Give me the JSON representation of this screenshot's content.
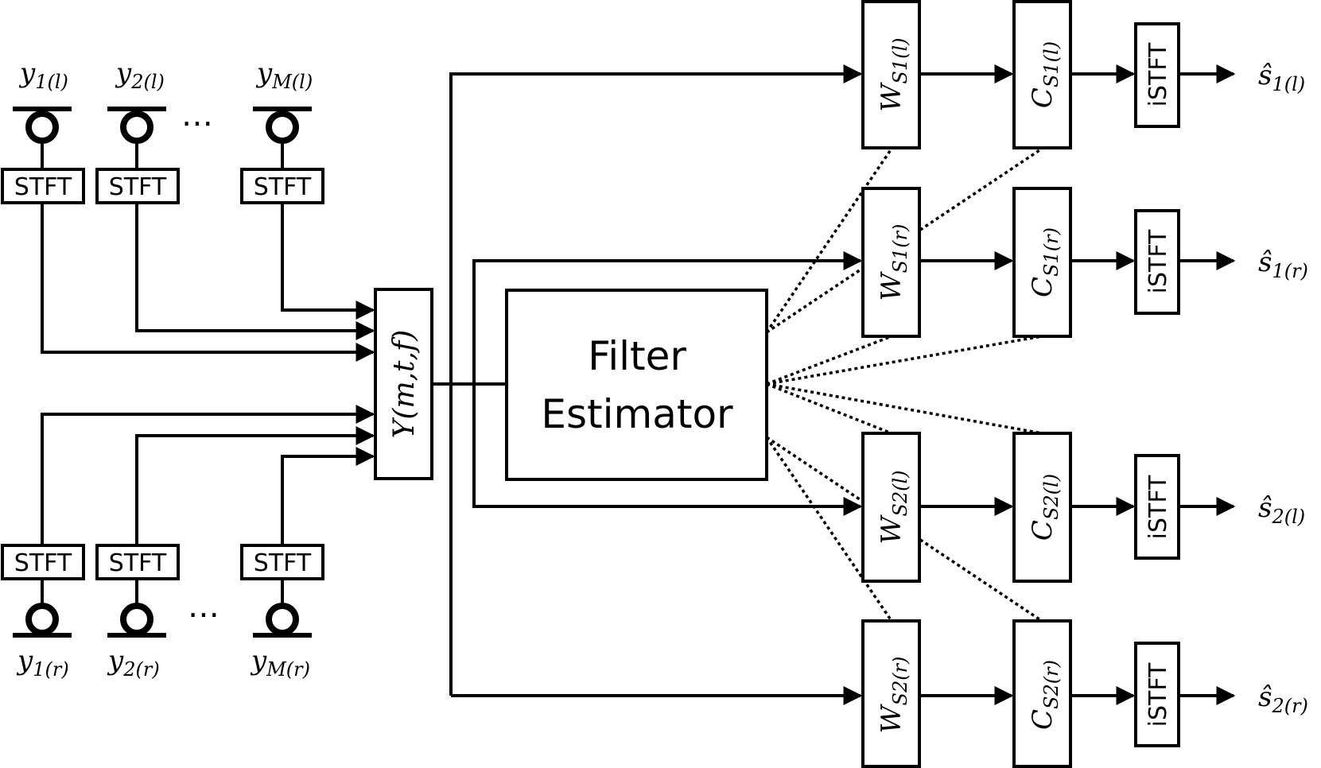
{
  "diagram": {
    "stft_label": "STFT",
    "istft_label": "iSTFT",
    "ellipsis": "⋯",
    "mixture_label": "Y(m,t,f)",
    "estimator": {
      "line1": "Filter",
      "line2": "Estimator"
    },
    "mics_left": [
      {
        "base": "y",
        "sub": "1(l)"
      },
      {
        "base": "y",
        "sub": "2(l)"
      },
      {
        "base": "y",
        "sub": "M(l)"
      }
    ],
    "mics_right": [
      {
        "base": "y",
        "sub": "1(r)"
      },
      {
        "base": "y",
        "sub": "2(r)"
      },
      {
        "base": "y",
        "sub": "M(r)"
      }
    ],
    "channels": [
      {
        "w_sub": "S1(l)",
        "c_sub": "S1(l)",
        "out_sub": "1(l)"
      },
      {
        "w_sub": "S1(r)",
        "c_sub": "S1(r)",
        "out_sub": "1(r)"
      },
      {
        "w_sub": "S2(l)",
        "c_sub": "S2(l)",
        "out_sub": "2(l)"
      },
      {
        "w_sub": "S2(r)",
        "c_sub": "S2(r)",
        "out_sub": "2(r)"
      }
    ],
    "w_base": "W",
    "c_base": "C",
    "out_base": "ŝ"
  }
}
